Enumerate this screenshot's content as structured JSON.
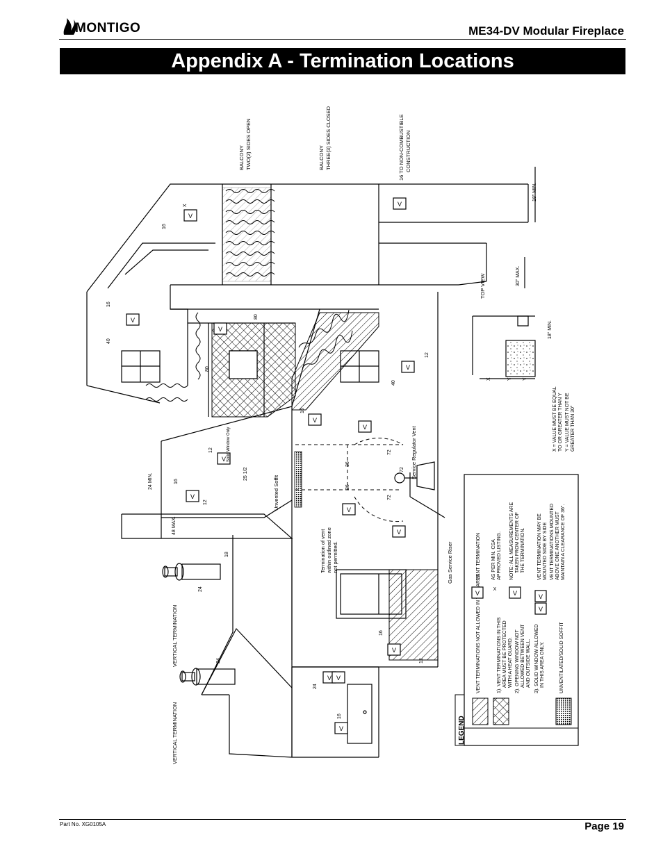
{
  "header": {
    "logo_text": "MONTIGO",
    "document_title": "ME34-DV Modular Fireplace"
  },
  "banner": {
    "title": "Appendix A - Termination Locations"
  },
  "diagram": {
    "labels": {
      "balcony_open_1": "BALCONY",
      "balcony_open_2": "TWO(2) SIDES OPEN",
      "balcony_closed_1": "BALCONY",
      "balcony_closed_2": "THREE(3) SIDES CLOSED",
      "noncomb_1": "16 TO NON-COMBUSTIBLE",
      "noncomb_2": "CONSTRUCTION",
      "top_view": "TOP VIEW",
      "vertical_termination_a": "VERTICAL TERMINATION",
      "vertical_termination_b": "VERTICAL TERMINATION",
      "solid_window_only": "Solid Window Only",
      "unvented_soffit": "Unvented Soffit",
      "termination_note_1": "Termination of vent",
      "termination_note_2": "within outlined zone",
      "termination_note_3": "not permitted.",
      "service_regulator_vent": "Service Regulator Vent",
      "gas_service_riser": "Gas Service Riser",
      "xy_note_1": "X = VALUE MUST BE EQUAL",
      "xy_note_2": "TO OR GREATER THAN Y",
      "xy_note_3": "Y = VALUE MUST NOT BE",
      "xy_note_4": "GREATER THAN 30\""
    },
    "dimensions": {
      "d16_top": "16",
      "d_x": "X",
      "d40": "40",
      "d16_left": "16",
      "d80_a": "80",
      "d80_b": "80",
      "d12_right": "12",
      "d40_b": "40",
      "d16_mid": "16",
      "d12_a": "12",
      "d25": "25 1/2",
      "d24min": "24 MIN.",
      "d16_b": "16",
      "d12_b": "12",
      "d48max": "48 MAX.",
      "d36_a": "36",
      "d36_b": "36",
      "d72_a": "72",
      "d72_b": "72",
      "d72_c": "72",
      "d18": "18",
      "d24_a": "24",
      "d24_b": "24",
      "d16_c": "16",
      "d12_c": "12",
      "d24_c": "24",
      "d16_d": "16",
      "d18min_a": "18\" MIN.",
      "d30max": "30\" MAX.",
      "d18min_b": "18\" MIN.",
      "tv_x": "X",
      "tv_y1": "Y",
      "tv_y2": "Y"
    },
    "legend": {
      "title": "LEGEND",
      "item1": "VENT TERMINATIONS NOT ALLOWED IN THIS AREA.",
      "item2a": "1). VENT TERMINATIONS IN THIS",
      "item2b": "AREA MUST BE PROTECTED",
      "item2c": "WITH A HEAT GUARD.",
      "item2d": "2). OPENING WINDOW NOT",
      "item2e": "ALLOWED BETWEEN VENT",
      "item2f": "AND OUTSIDE WALL.",
      "item2g": "3). SOLID WINDOW ALLOWED",
      "item2h": "IN THIS AREA ONLY.",
      "item3": "UNVENTILATED/SOLID SOFFIT",
      "sym1": "VENT TERMINATION",
      "sym2a": "AS PER MIN. CSA",
      "sym2b": "APPROVED LISTING.",
      "sym3a": "NOTE: ALL MEASUREMENTS ARE",
      "sym3b": "TAKEN FROM CENTER OF",
      "sym3c": "THE TERMINATION.",
      "sym4a": "VENT TERMINATION MAY BE",
      "sym4b": "MOUNTED SIDE BY SIDE",
      "sym4c": "VENT TERMINATIONS MOUNTED",
      "sym4d": "ABOVE ONE ANOTHER MUST",
      "sym4e": "MAINTAIN A CLEARANCE OF 36\".",
      "v": "V",
      "x": "X"
    }
  },
  "footer": {
    "part_no": "Part No. XG0105A",
    "page": "Page 19"
  }
}
